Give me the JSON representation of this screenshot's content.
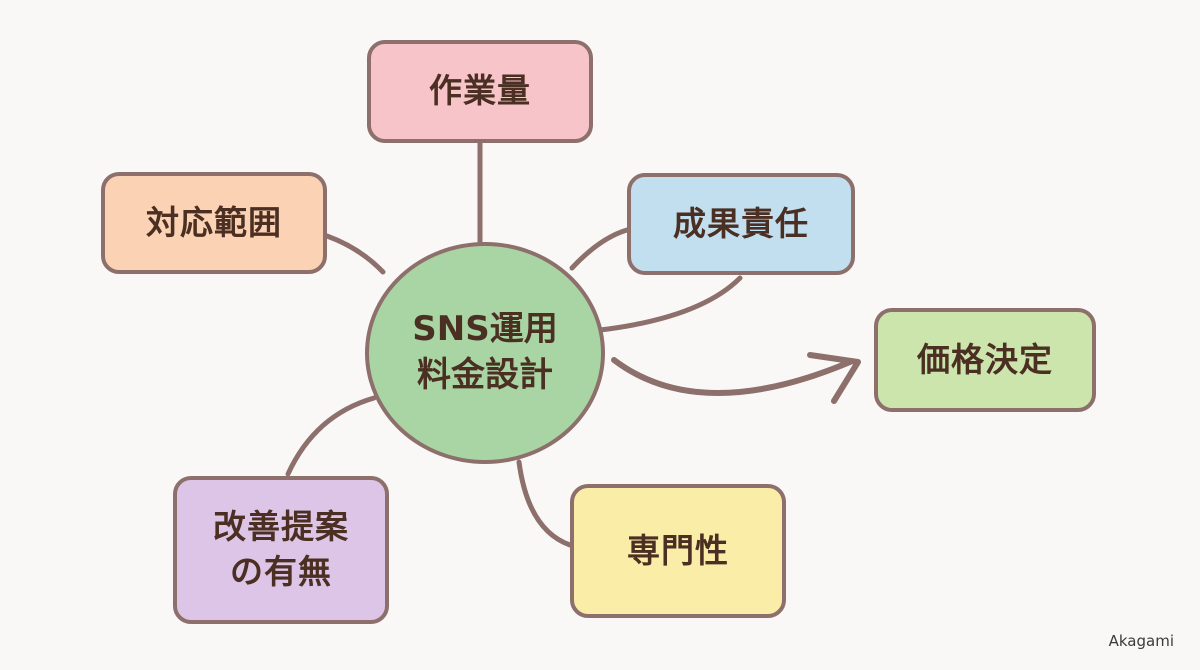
{
  "diagram": {
    "center": {
      "label": "SNS運用\n料金設計",
      "color": "#a9d5a4"
    },
    "nodes": [
      {
        "id": "workload",
        "label": "作業量",
        "color": "#f7c5c9"
      },
      {
        "id": "scope",
        "label": "対応範囲",
        "color": "#fbd2b4"
      },
      {
        "id": "result",
        "label": "成果責任",
        "color": "#c2dff0"
      },
      {
        "id": "price",
        "label": "価格決定",
        "color": "#cce5ad"
      },
      {
        "id": "improve",
        "label": "改善提案\nの有無",
        "color": "#dcc5e6"
      },
      {
        "id": "expert",
        "label": "専門性",
        "color": "#f9eda8"
      }
    ],
    "line_color": "#8d706b"
  },
  "credit": "Akagami"
}
